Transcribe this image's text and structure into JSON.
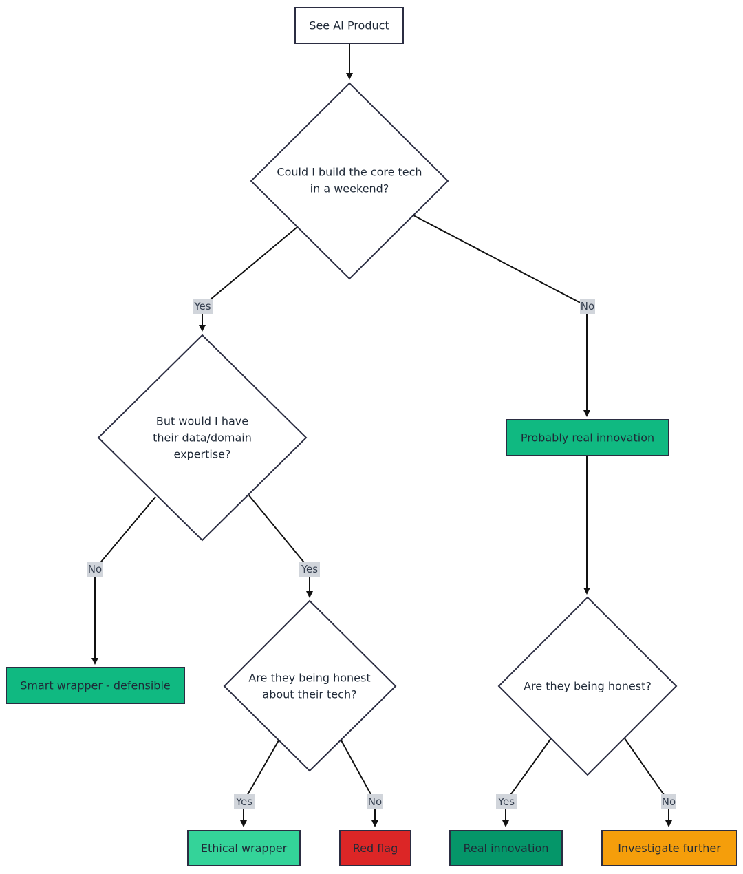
{
  "nodes": {
    "start": {
      "label": "See AI Product"
    },
    "q_weekend": {
      "lines": [
        "Could I build the core tech",
        "in a weekend?"
      ]
    },
    "q_data": {
      "lines": [
        "But would I have",
        "their data/domain",
        "expertise?"
      ]
    },
    "q_honest_tech": {
      "lines": [
        "Are they being honest",
        "about their tech?"
      ]
    },
    "q_honest": {
      "lines": [
        "Are they being honest?"
      ]
    },
    "probably_real": {
      "label": "Probably real innovation",
      "fill": "#10b981"
    },
    "smart_wrapper": {
      "label": "Smart wrapper - defensible",
      "fill": "#10b981"
    },
    "ethical_wrapper": {
      "label": "Ethical wrapper",
      "fill": "#34d399"
    },
    "red_flag": {
      "label": "Red flag",
      "fill": "#dc2626"
    },
    "real_innovation": {
      "label": "Real innovation",
      "fill": "#059669"
    },
    "investigate": {
      "label": "Investigate further",
      "fill": "#f59e0b"
    }
  },
  "edges": {
    "weekend_yes": "Yes",
    "weekend_no": "No",
    "data_no": "No",
    "data_yes": "Yes",
    "honest_tech_yes": "Yes",
    "honest_tech_no": "No",
    "honest_yes": "Yes",
    "honest_no": "No"
  },
  "colors": {
    "decision_fill": "#ffffff",
    "stroke": "#2b2d42",
    "edge_label_bg": "#d1d5db"
  }
}
